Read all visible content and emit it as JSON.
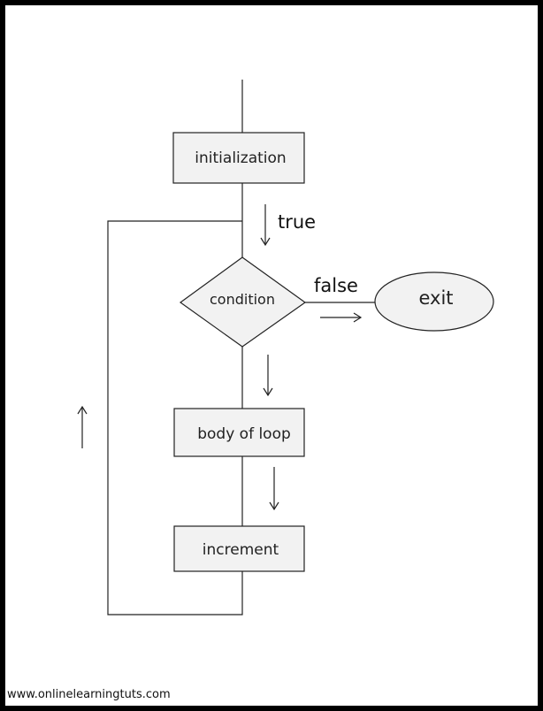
{
  "nodes": {
    "initialization": "initialization",
    "condition": "condition",
    "body": "body of loop",
    "increment": "increment",
    "exit": "exit"
  },
  "edge_labels": {
    "true": "true",
    "false": "false"
  },
  "footer": {
    "url": "www.onlinelearningtuts.com"
  },
  "colors": {
    "box_fill": "#f2f2f2",
    "stroke": "#222222",
    "background": "#ffffff",
    "frame": "#000000"
  }
}
